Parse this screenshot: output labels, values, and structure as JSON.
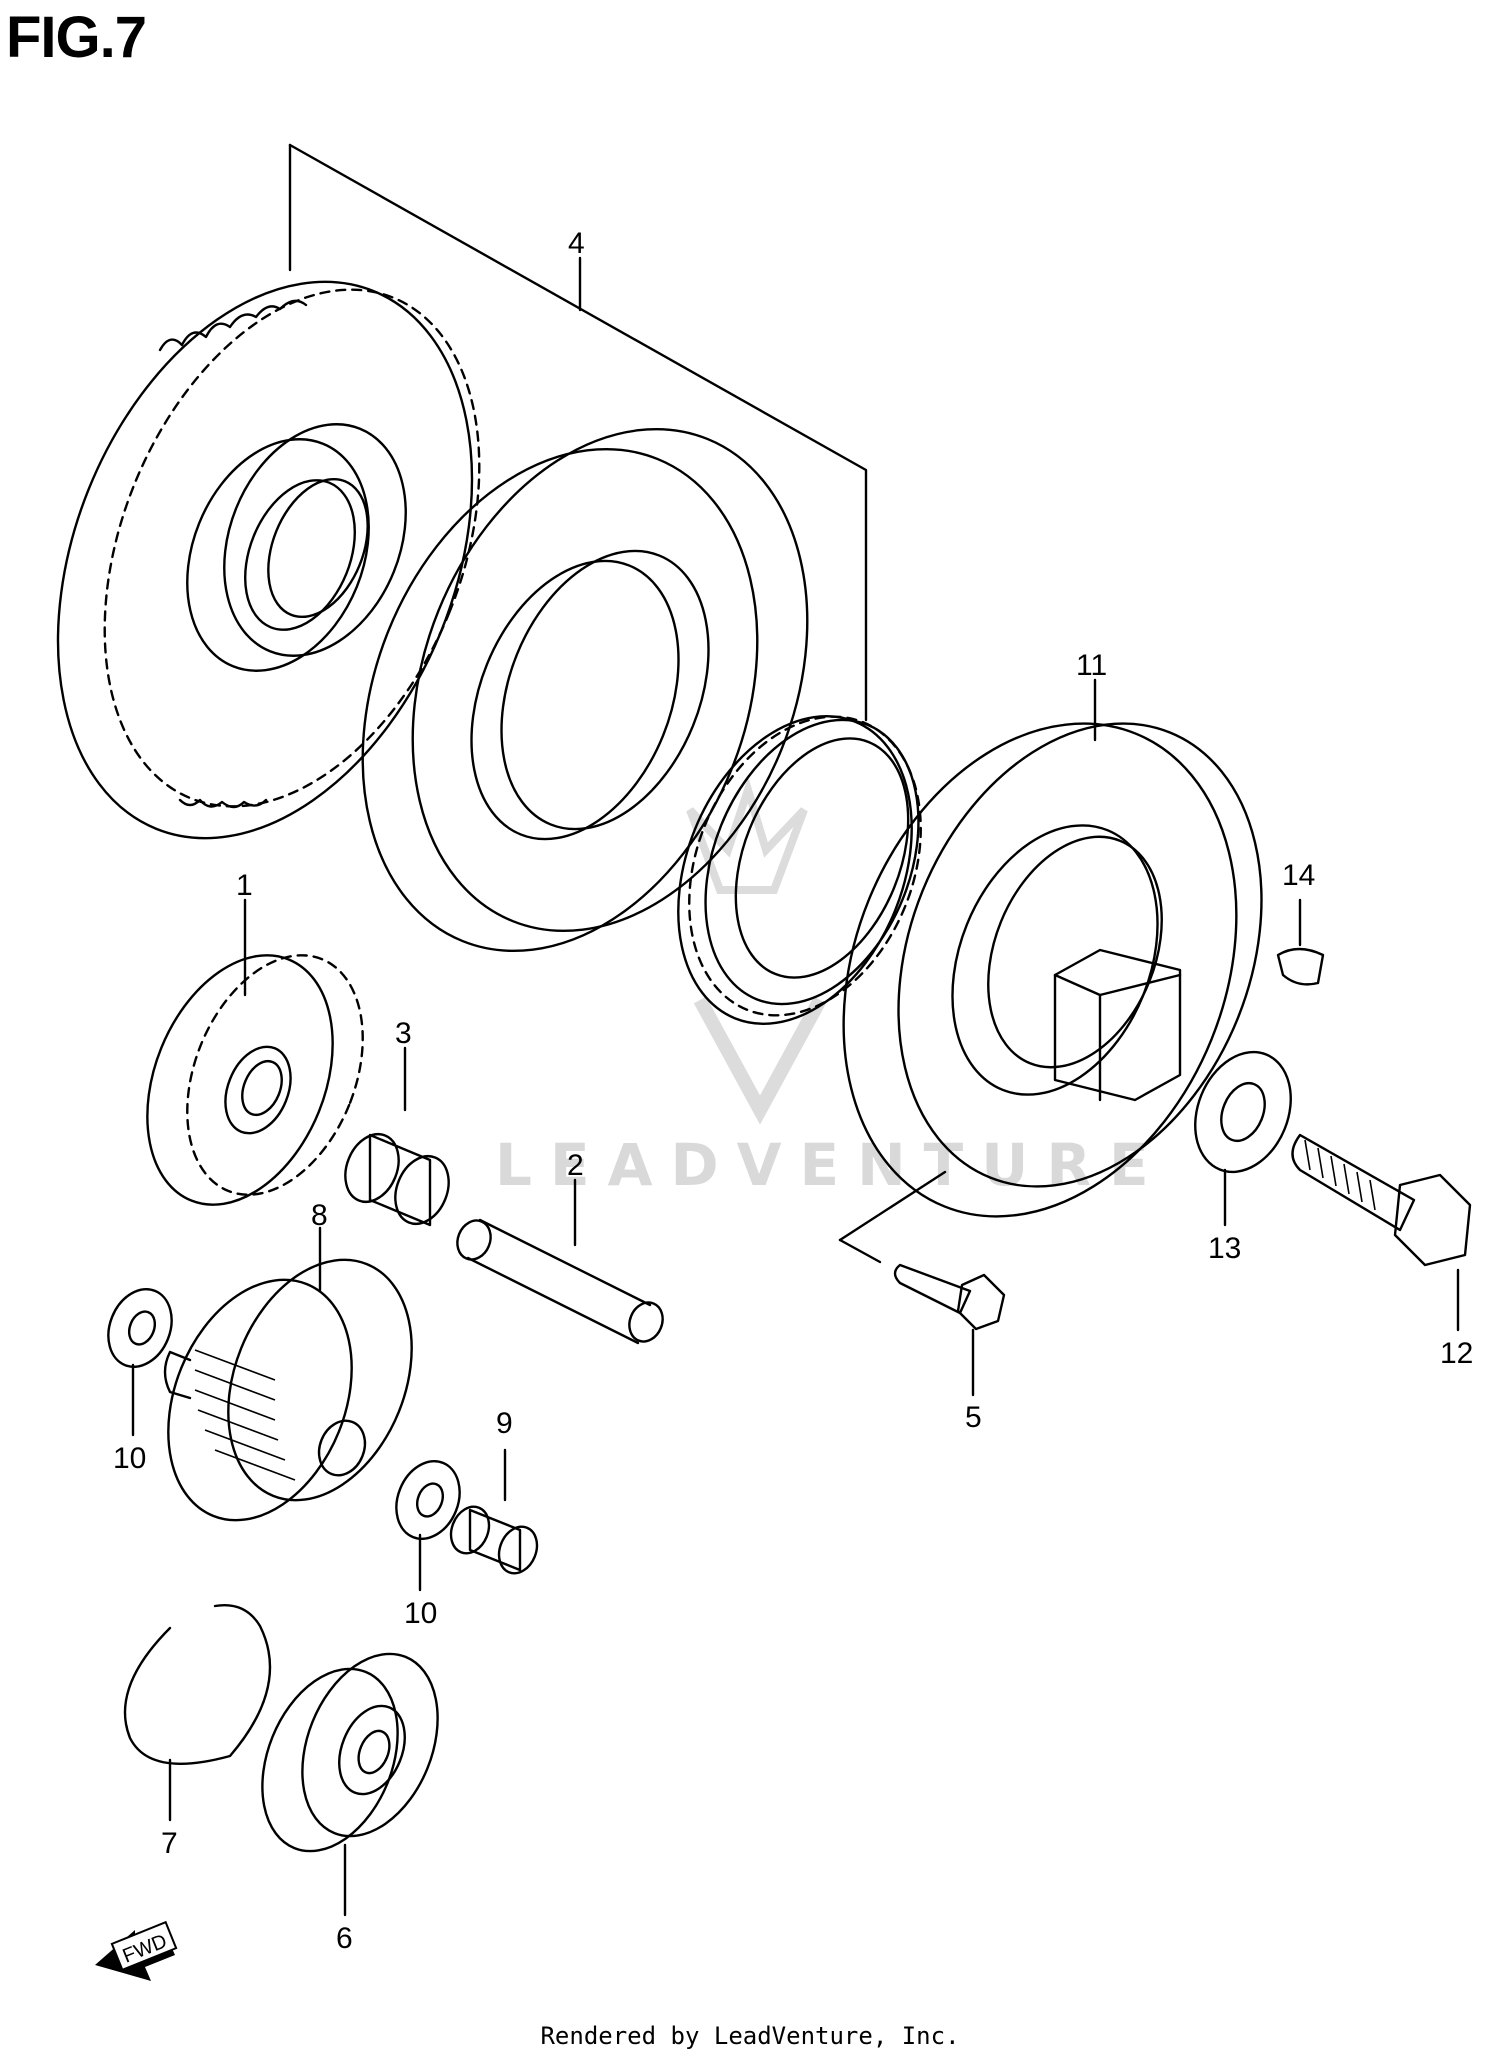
{
  "figure": {
    "title": "FIG.7"
  },
  "watermark": {
    "text": "LEADVENTURE"
  },
  "direction_badge": {
    "text": "FWD"
  },
  "callouts": [
    {
      "id": "c1",
      "label": "1"
    },
    {
      "id": "c2",
      "label": "2"
    },
    {
      "id": "c3",
      "label": "3"
    },
    {
      "id": "c4",
      "label": "4"
    },
    {
      "id": "c5",
      "label": "5"
    },
    {
      "id": "c6",
      "label": "6"
    },
    {
      "id": "c7",
      "label": "7"
    },
    {
      "id": "c8",
      "label": "8"
    },
    {
      "id": "c9",
      "label": "9"
    },
    {
      "id": "c10a",
      "label": "10"
    },
    {
      "id": "c10b",
      "label": "10"
    },
    {
      "id": "c11",
      "label": "11"
    },
    {
      "id": "c12",
      "label": "12"
    },
    {
      "id": "c13",
      "label": "13"
    },
    {
      "id": "c14",
      "label": "14"
    }
  ],
  "footer": {
    "text": "Rendered by LeadVenture, Inc."
  }
}
